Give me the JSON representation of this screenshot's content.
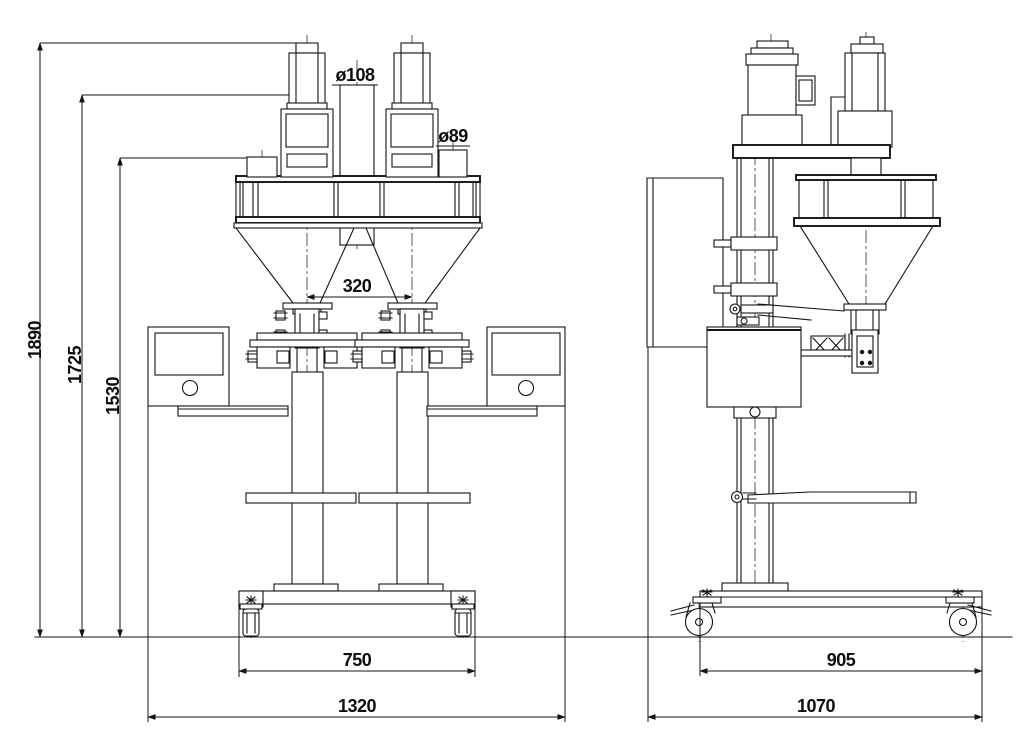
{
  "drawing": {
    "background_color": "#ffffff",
    "line_color": "#141414",
    "dimensions": {
      "overall_height": "1890",
      "height_to_motor_top": "1725",
      "height_to_platform": "1530",
      "filler_center_spacing": "320",
      "center_tube_diameter": "ø108",
      "side_tube_diameter": "ø89",
      "front_base_width": "750",
      "front_overall_width": "1320",
      "side_base_depth": "905",
      "side_overall_depth": "1070"
    }
  }
}
